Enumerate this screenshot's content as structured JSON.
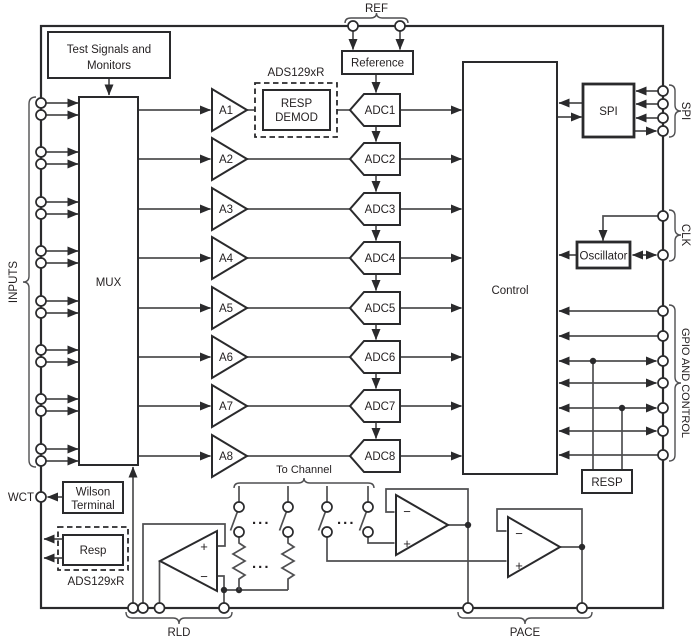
{
  "top": {
    "ref_pin_label": "REF",
    "reference_block": "Reference",
    "ads129xr_label": "ADS129xR",
    "resp_demod_line1": "RESP",
    "resp_demod_line2": "DEMOD",
    "test_block_line1": "Test Signals and",
    "test_block_line2": "Monitors"
  },
  "left": {
    "inputs_pin_label": "INPUTS",
    "mux_block": "MUX",
    "wct_pin_label": "WCT",
    "wilson_line1": "Wilson",
    "wilson_line2": "Terminal",
    "resp_block": "Resp",
    "ads129xr_label": "ADS129xR"
  },
  "center": {
    "control_block": "Control",
    "amps": [
      "A1",
      "A2",
      "A3",
      "A4",
      "A5",
      "A6",
      "A7",
      "A8"
    ],
    "adcs": [
      "ADC1",
      "ADC2",
      "ADC3",
      "ADC4",
      "ADC5",
      "ADC6",
      "ADC7",
      "ADC8"
    ]
  },
  "right": {
    "spi_block": "SPI",
    "spi_pin_label": "SPI",
    "oscillator_block": "Oscillator",
    "clk_pin_label": "CLK",
    "gpio_pin_label": "GPIO AND CONTROL",
    "resp_block": "RESP"
  },
  "bottom": {
    "to_channel_label": "To Channel",
    "rld_pin_label": "RLD",
    "pace_pin_label": "PACE",
    "opamp_plus": "+",
    "opamp_minus": "−",
    "ellipsis": "..."
  }
}
